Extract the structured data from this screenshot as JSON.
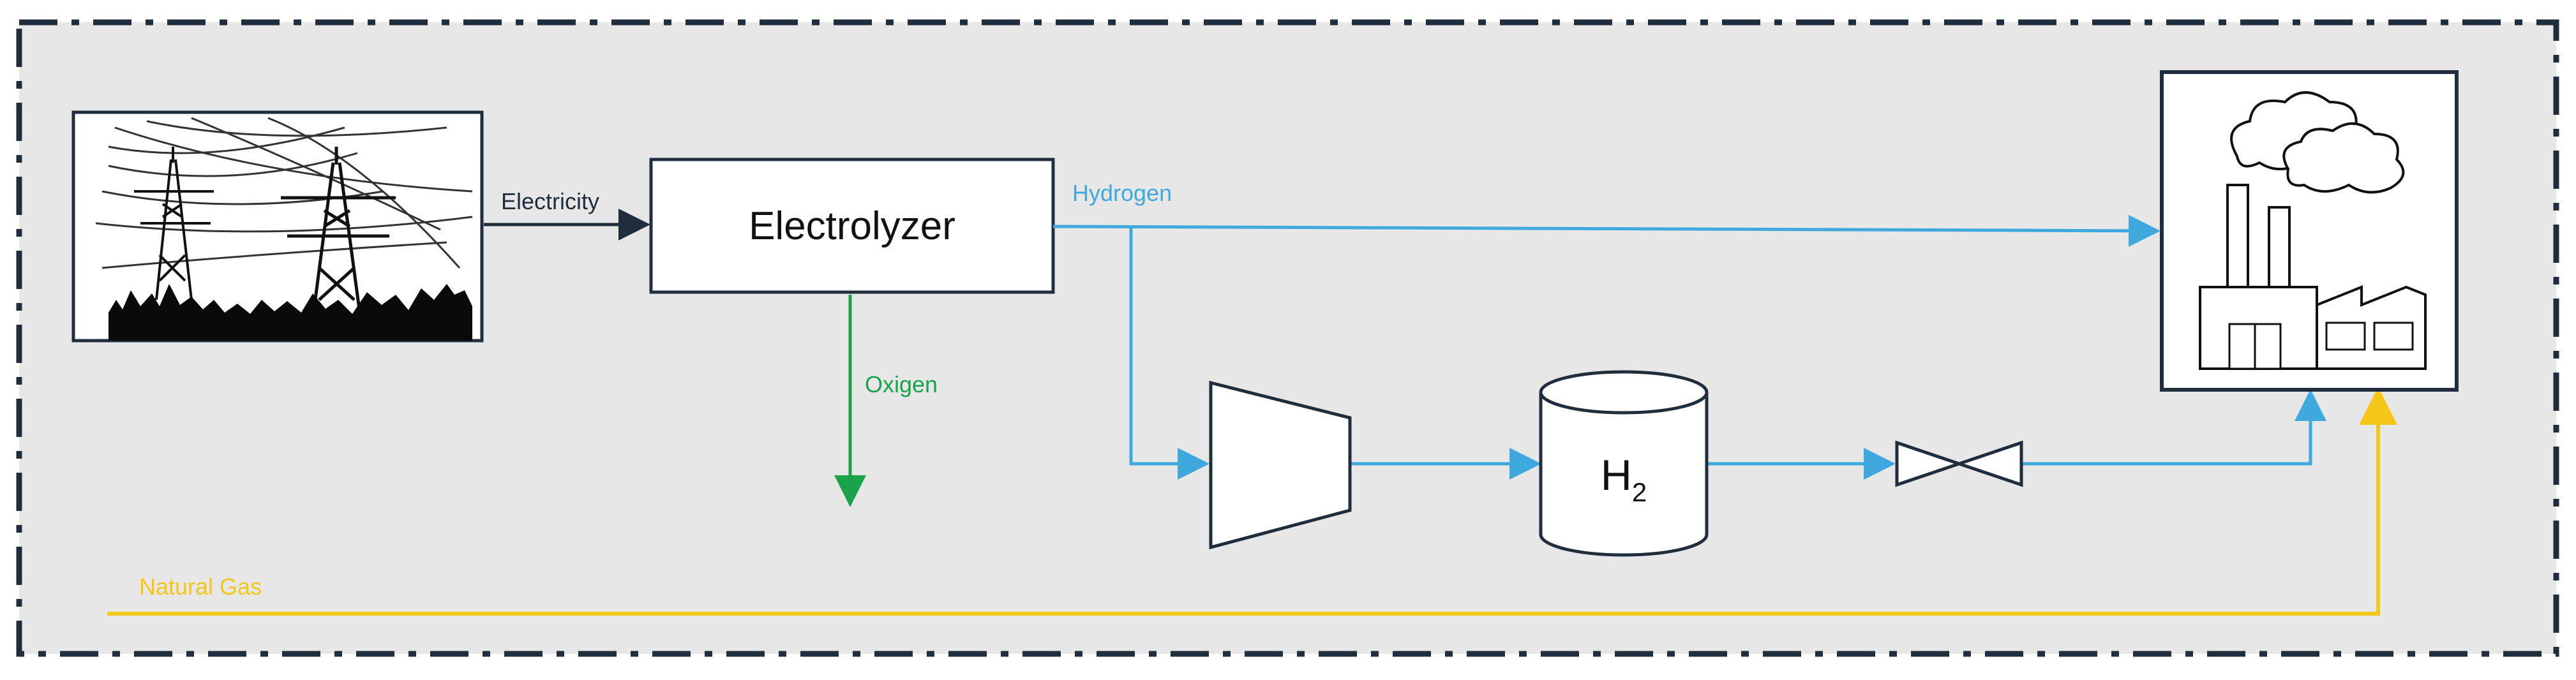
{
  "nodes": {
    "grid": {
      "icon": "power-grid-icon"
    },
    "electrolyzer": {
      "label": "Electrolyzer"
    },
    "compressor": {
      "icon": "compressor-icon"
    },
    "tank": {
      "label_main": "H",
      "label_sub": "2"
    },
    "valve": {
      "icon": "valve-icon"
    },
    "factory": {
      "icon": "factory-icon"
    }
  },
  "flows": {
    "electricity": "Electricity",
    "hydrogen": "Hydrogen",
    "oxygen": "Oxigen",
    "natural_gas": "Natural Gas"
  },
  "colors": {
    "background": "#e7e7e7",
    "border": "#1f2d3d",
    "electricity": "#1f2d3d",
    "hydrogen": "#3fa9dd",
    "oxygen": "#1aa34a",
    "natural_gas": "#f5c518"
  }
}
